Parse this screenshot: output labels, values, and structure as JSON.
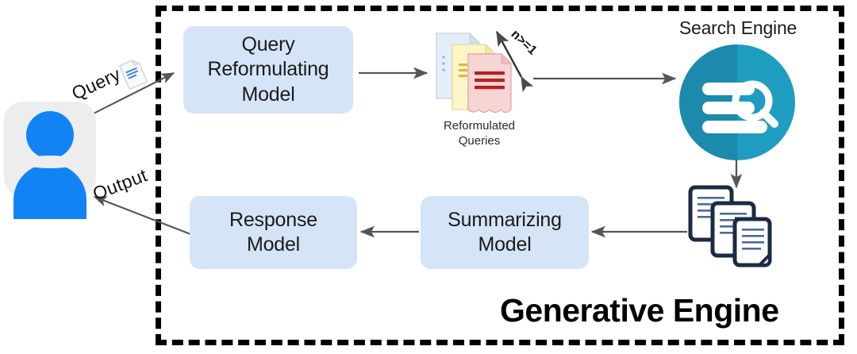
{
  "diagram": {
    "title": "Generative Engine",
    "boundary_label": "Generative Engine",
    "colors": {
      "box_fill": "#d6e4f7",
      "boundary": "#000000",
      "arrow": "#555555",
      "search_engine_teal": "#1f9dc0",
      "search_engine_teal_dark": "#1b87a8",
      "avatar_blue": "#1283f5",
      "avatar_bg": "#ededed",
      "doc_blue": "#dce9f5",
      "doc_yellow": "#fbf3c3",
      "doc_red": "#f7d2d2",
      "doc_red_line": "#b32222",
      "retrieved_doc_border": "#1b2a44",
      "retrieved_doc_line": "#4a6a9a"
    }
  },
  "nodes": {
    "user": {
      "name": "user-avatar",
      "icon": "person-icon"
    },
    "query_reformulating_model": {
      "label": "Query\nReformulating\nModel"
    },
    "reformulated_queries": {
      "caption": "Reformulated\nQueries",
      "count_annotation": "n>=1",
      "icon": "stacked-documents-icon"
    },
    "search_engine": {
      "label": "Search Engine",
      "icon": "search-engine-icon"
    },
    "retrieved_documents": {
      "icon": "retrieved-documents-icon"
    },
    "summarizing_model": {
      "label": "Summarizing\nModel"
    },
    "response_model": {
      "label": "Response\nModel"
    }
  },
  "edges": {
    "query": {
      "label": "Query",
      "icon": "document-emoji-icon",
      "from": "user",
      "to": "query_reformulating_model"
    },
    "reformulate": {
      "label": "",
      "from": "query_reformulating_model",
      "to": "reformulated_queries"
    },
    "search": {
      "label": "",
      "from": "reformulated_queries",
      "to": "search_engine"
    },
    "retrieve": {
      "label": "",
      "from": "search_engine",
      "to": "retrieved_documents"
    },
    "summarize": {
      "label": "",
      "from": "retrieved_documents",
      "to": "summarizing_model"
    },
    "respond": {
      "label": "",
      "from": "summarizing_model",
      "to": "response_model"
    },
    "output": {
      "label": "Output",
      "from": "response_model",
      "to": "user"
    }
  }
}
